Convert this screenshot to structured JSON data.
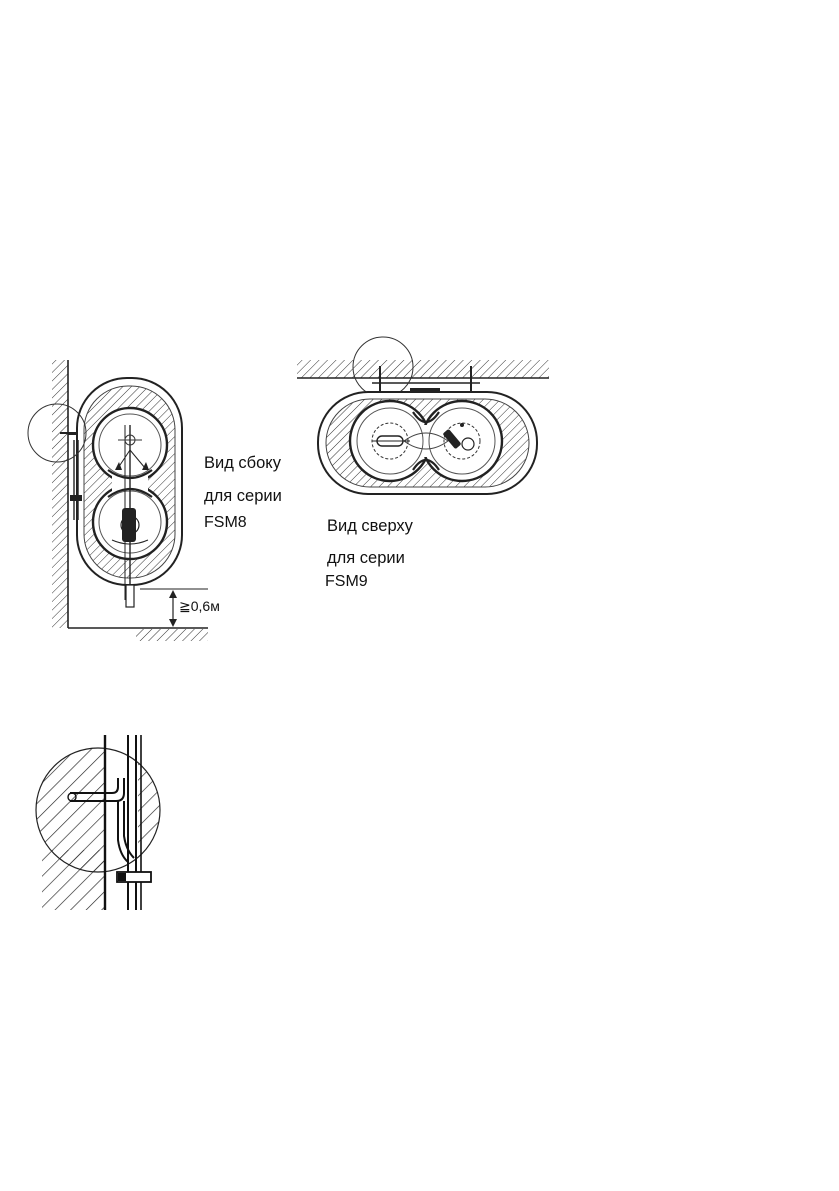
{
  "side_view": {
    "line1": "Вид сбоку",
    "line2": "для серии",
    "series": "FSM8",
    "clearance": "≧0,6м"
  },
  "top_view": {
    "line1": "Вид сверху",
    "line2": "для серии",
    "series": "FSM9"
  }
}
